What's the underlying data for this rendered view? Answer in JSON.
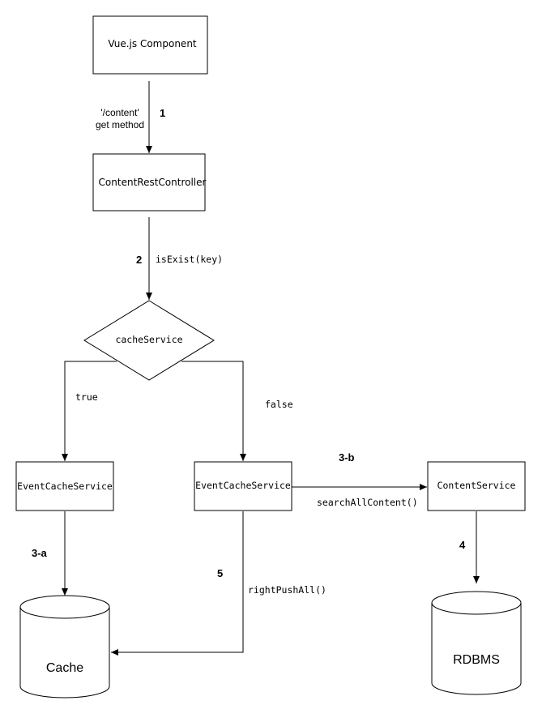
{
  "nodes": {
    "vue_component": "Vue.js Component",
    "rest_controller": "ContentRestController",
    "decision": "cacheService",
    "event_cache_left": "EventCacheService",
    "event_cache_mid": "EventCacheService",
    "content_service": "ContentService",
    "cache_db": "Cache",
    "rdbms_db": "RDBMS"
  },
  "edges": {
    "e1_label_line1": "'/content'",
    "e1_label_line2": "get method",
    "e2_label": "isExist(key)",
    "true_label": "true",
    "false_label": "false",
    "e3b_label": "searchAllContent()",
    "e5_label": "rightPushAll()"
  },
  "steps": {
    "s1": "1",
    "s2": "2",
    "s3a": "3-a",
    "s3b": "3-b",
    "s4": "4",
    "s5": "5"
  }
}
